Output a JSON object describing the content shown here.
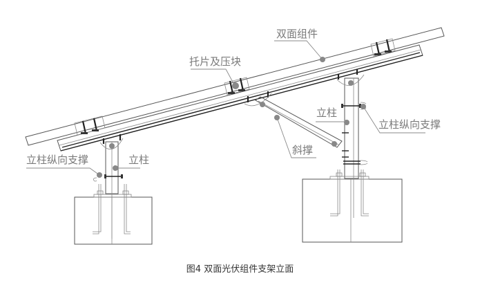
{
  "labels": {
    "bifacial_module": "双面组件",
    "clamp_block": "托片及压块",
    "column_right": "立柱",
    "column_longitudinal_brace_right": "立柱纵向支撑",
    "diagonal_brace": "斜撑",
    "column_longitudinal_brace_left": "立柱纵向支撑",
    "column_left": "立柱"
  },
  "caption": "图4 双面光伏组件支架立面",
  "colors": {
    "line": "#555555",
    "label": "#7a7a7a",
    "marker": "#888888"
  }
}
